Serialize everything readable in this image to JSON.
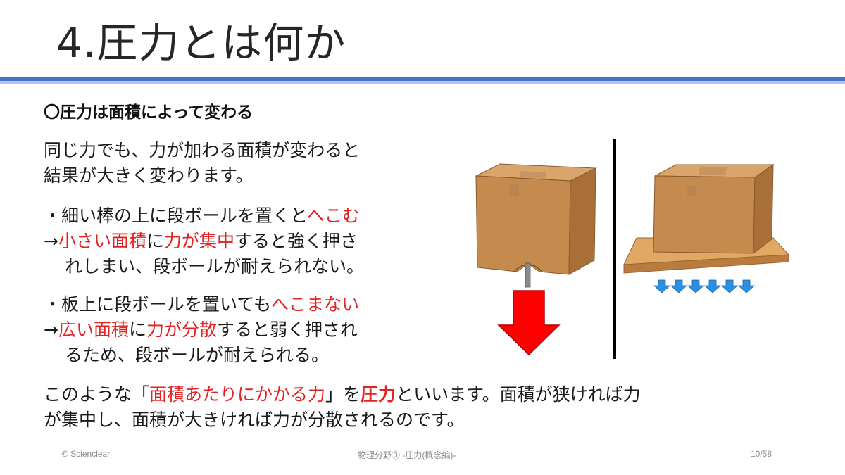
{
  "slide": {
    "title": "4.圧力とは何か",
    "subtitle": "〇圧力は面積によって変わる",
    "intro": [
      "同じ力でも、力が加わる面積が変わると",
      "結果が大きく変わります。"
    ],
    "bullet1": {
      "line1": {
        "a": "・細い棒の上に段ボールを置くと",
        "b": "へこむ"
      },
      "line2": {
        "a": "→",
        "b": "小さい面積",
        "c": "に",
        "d": "力が集中",
        "e": "すると強く押さ"
      },
      "line3": "れしまい、段ボールが耐えられない。"
    },
    "bullet2": {
      "line1": {
        "a": "・板上に段ボールを置いても",
        "b": "へこまない"
      },
      "line2": {
        "a": "→",
        "b": "広い面積",
        "c": "に",
        "d": "力が分散",
        "e": "すると弱く押され"
      },
      "line3": "るため、段ボールが耐えられる。"
    },
    "summary": {
      "line1": {
        "a": "このような「",
        "b": "面積あたりにかかる力",
        "c": "」を",
        "d": "圧力",
        "e": "といいます。面積が狭ければ力"
      },
      "line2": "が集中し、面積が大きければ力が分散されるのです。"
    }
  },
  "footer": {
    "left": "© Scienclear",
    "center": "物理分野③ -圧力(概念編)-",
    "right": "10/58"
  },
  "colors": {
    "accent_rule": "#4472c4",
    "accent_rule_light": "#b4c7e7",
    "highlight": "#e32222",
    "arrow_big": "#ff0000",
    "arrow_small": "#2e8fe0",
    "cardboard": "#c48a4e",
    "board": "#d79a52"
  },
  "icons": {
    "left": "cardboard-box-on-rod-icon",
    "right": "cardboard-box-on-board-icon",
    "big_arrow": "arrow-down-icon",
    "small_arrows": "arrow-down-icon"
  }
}
